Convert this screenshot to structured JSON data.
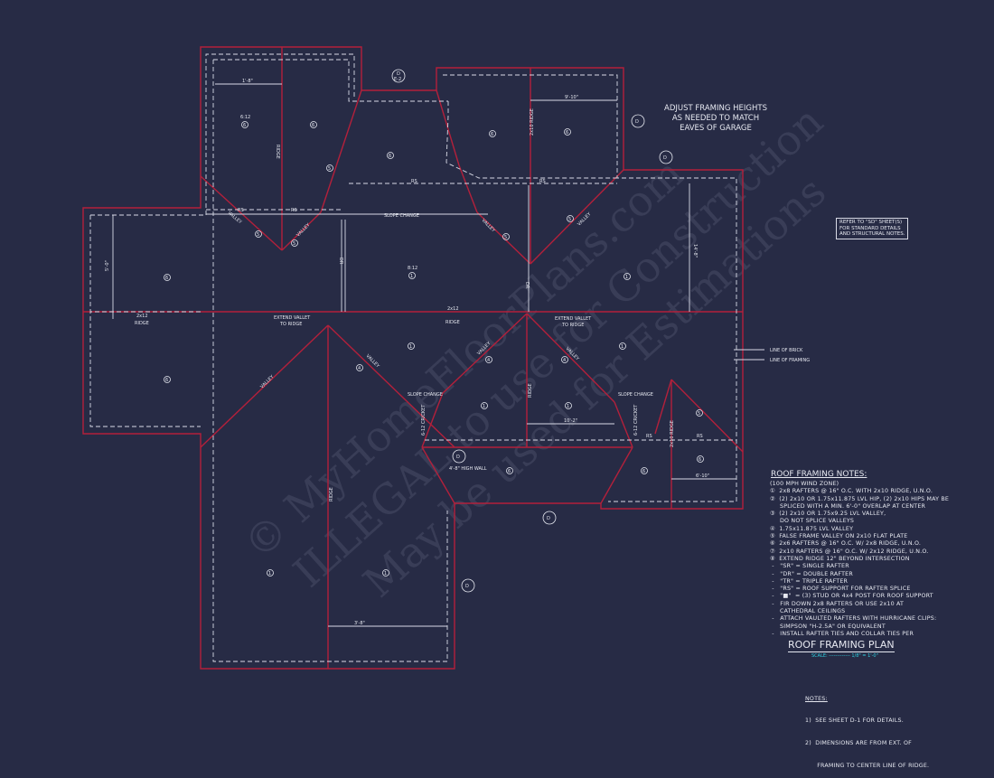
{
  "sheet": {
    "adjust_note": [
      "ADJUST FRAMING HEIGHTS",
      "AS NEEDED TO MATCH",
      "EAVES OF GARAGE"
    ],
    "refer_note": [
      "REFER TO \"SD\" SHEET(S)",
      "FOR STANDARD DETAILS",
      "AND STRUCTURAL NOTES."
    ],
    "notes_title": "ROOF FRAMING NOTES:",
    "framing_notes": [
      "(100 MPH WIND ZONE)",
      "①  2x8 RAFTERS @ 16\" O.C. WITH 2x10 RIDGE, U.N.O.",
      "②  (2) 2x10 OR 1.75x11.875 LVL HIP, (2) 2x10 HIPS MAY BE",
      "     SPLICED WITH A MIN. 6'-0\" OVERLAP AT CENTER",
      "③  (2) 2x10 OR 1.75x9.25 LVL VALLEY,",
      "     DO NOT SPLICE VALLEYS",
      "④  1.75x11.875 LVL VALLEY",
      "⑤  FALSE FRAME VALLEY ON 2x10 FLAT PLATE",
      "⑥  2x6 RAFTERS @ 16\" O.C. W/ 2x8 RIDGE, U.N.O.",
      "⑦  2x10 RAFTERS @ 16\" O.C. W/ 2x12 RIDGE, U.N.O.",
      "⑧  EXTEND RIDGE 12\" BEYOND INTERSECTION",
      " -   \"SR\" = SINGLE RAFTER",
      " -   \"DR\" = DOUBLE RAFTER",
      " -   \"TR\" = TRIPLE RAFTER",
      " -   \"RS\" = ROOF SUPPORT FOR RAFTER SPLICE",
      " -   \"■\"  = (3) STUD OR 4x4 POST FOR ROOF SUPPORT",
      " -   FIR DOWN 2x8 RAFTERS OR USE 2x10 AT",
      "     CATHEDRAL CEILINGS",
      " -   ATTACH VAULTED RAFTERS WITH HURRICANE CLIPS:",
      "     SIMPSON \"H-2.5A\" OR EQUIVALENT",
      " -   INSTALL RAFTER TIES AND COLLAR TIES PER"
    ],
    "plan_title": "ROOF FRAMING PLAN",
    "scale": "SCALE: ------------- 1/8\" = 1'-0\"",
    "general_notes_title": "NOTES:",
    "general_notes": [
      "1)  SEE SHEET D-1 FOR DETAILS.",
      "2)  DIMENSIONS ARE FROM EXT. OF",
      "      FRAMING TO CENTER LINE OF RIDGE."
    ],
    "watermark": [
      "© MyHomeFloorPlans.com",
      "ILLEGAL to use for Construction",
      "May be used for Estimations"
    ]
  },
  "plan_labels": {
    "dim_1_8": "1'-8\"",
    "dim_9_10": "9'-10\"",
    "dim_5_0": "5'-0\"",
    "dim_14_8": "14'-8\"",
    "dim_10_2": "10'-2\"",
    "dim_6_10": "6'-10\"",
    "dim_3_8": "3'-8\"",
    "ridge": "RIDGE",
    "ridge_2x10": "2x10 RIDGE",
    "ridge_2x12": "2x12",
    "rs": "RS",
    "dr": "DR",
    "slope_change": "SLOPE CHANGE",
    "valley": "VALLEY",
    "extend_valley": "EXTEND VALLET",
    "to_ridge": "TO RIDGE",
    "line_of_brick": "LINE OF BRICK",
    "line_of_framing": "LINE OF FRAMING",
    "cricket": "6-12 CRICKET",
    "high_wall": "4'-8\" HIGH WALL",
    "pitch_8": "8:12",
    "pitch_6": "6:12",
    "n1": "1",
    "n4": "4",
    "n5": "5",
    "n6": "6",
    "det_d": "D",
    "det_e": "E-2"
  },
  "colors": {
    "background": "#272b45",
    "roof_line": "#b3203b",
    "framing_line": "#d8dae6",
    "scale_text": "#2fd0e0"
  }
}
